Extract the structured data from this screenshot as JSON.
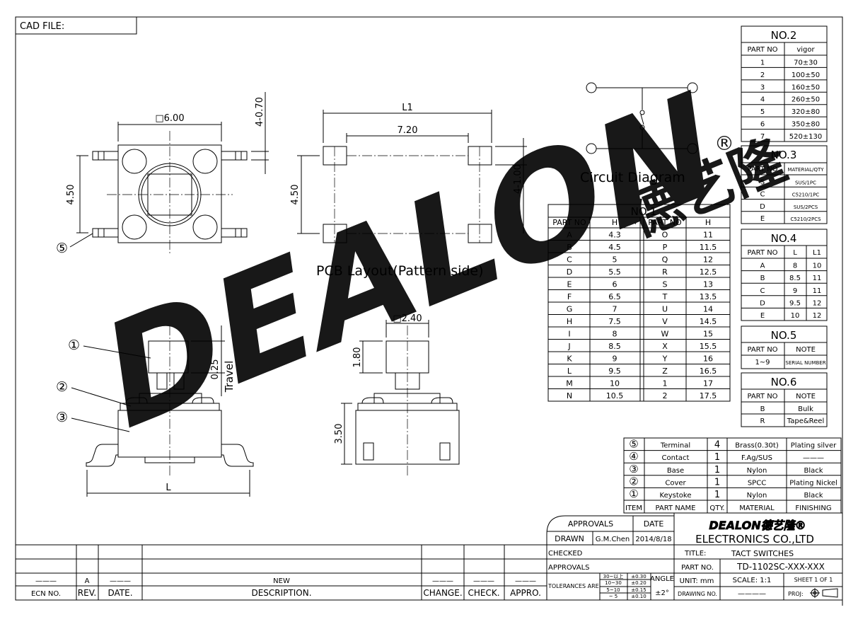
{
  "cad_file_label": "CAD FILE:",
  "colors": {
    "watermark": "#33e5f0",
    "ink": "#000000"
  },
  "drawings": {
    "top_view": {
      "width": "□6.00",
      "height": "4.50",
      "terminal": "4-0.70",
      "balloon": "⑤"
    },
    "pcb": {
      "l1": "L1",
      "pitch": "7.20",
      "height": "4.50",
      "pad": "4-1.00",
      "caption": "PCB Layout(Pattern side)"
    },
    "circuit": {
      "caption": "Circuit Diagram"
    },
    "side_view": {
      "b1": "①",
      "b2": "②",
      "b3": "③",
      "travel_value": "0.25",
      "travel": "Travel",
      "length": "L"
    },
    "front_view": {
      "stem": "□2.40",
      "stem_h": "1.80",
      "body_h": "3.50"
    }
  },
  "table_no1": {
    "title": "NO.1",
    "headers": [
      "PART NO",
      "H",
      "PART NO",
      "H"
    ],
    "rows": [
      [
        "A",
        "4.3",
        "O",
        "11"
      ],
      [
        "B",
        "4.5",
        "P",
        "11.5"
      ],
      [
        "C",
        "5",
        "Q",
        "12"
      ],
      [
        "D",
        "5.5",
        "R",
        "12.5"
      ],
      [
        "E",
        "6",
        "S",
        "13"
      ],
      [
        "F",
        "6.5",
        "T",
        "13.5"
      ],
      [
        "G",
        "7",
        "U",
        "14"
      ],
      [
        "H",
        "7.5",
        "V",
        "14.5"
      ],
      [
        "I",
        "8",
        "W",
        "15"
      ],
      [
        "J",
        "8.5",
        "X",
        "15.5"
      ],
      [
        "K",
        "9",
        "Y",
        "16"
      ],
      [
        "L",
        "9.5",
        "Z",
        "16.5"
      ],
      [
        "M",
        "10",
        "1",
        "17"
      ],
      [
        "N",
        "10.5",
        "2",
        "17.5"
      ]
    ]
  },
  "table_no2": {
    "title": "NO.2",
    "headers": [
      "PART NO",
      "vigor"
    ],
    "rows": [
      [
        "1",
        "70±30"
      ],
      [
        "2",
        "100±50"
      ],
      [
        "3",
        "160±50"
      ],
      [
        "4",
        "260±50"
      ],
      [
        "5",
        "320±80"
      ],
      [
        "6",
        "350±80"
      ],
      [
        "7",
        "520±130"
      ]
    ]
  },
  "table_no3": {
    "title": "NO.3",
    "headers": [
      "PART NO",
      "MATERIAL/QTY"
    ],
    "rows": [
      [
        "S",
        "SUS/1PC"
      ],
      [
        "C",
        "C5210/1PC"
      ],
      [
        "D",
        "SUS/2PCS"
      ],
      [
        "E",
        "C5210/2PCS"
      ]
    ]
  },
  "table_no4": {
    "title": "NO.4",
    "headers": [
      "PART NO",
      "L",
      "L1"
    ],
    "rows": [
      [
        "A",
        "8",
        "10"
      ],
      [
        "B",
        "8.5",
        "11"
      ],
      [
        "C",
        "9",
        "11"
      ],
      [
        "D",
        "9.5",
        "12"
      ],
      [
        "E",
        "10",
        "12"
      ]
    ]
  },
  "table_no5": {
    "title": "NO.5",
    "headers": [
      "PART NO",
      "NOTE"
    ],
    "rows": [
      [
        "1~9",
        "SERIAL NUMBER"
      ]
    ]
  },
  "table_no6": {
    "title": "NO.6",
    "headers": [
      "PART NO",
      "NOTE"
    ],
    "rows": [
      [
        "B",
        "Bulk"
      ],
      [
        "R",
        "Tape&Reel"
      ]
    ]
  },
  "bom": {
    "rows": [
      [
        "⑤",
        "Terminal",
        "4",
        "Brass(0.30t)",
        "Plating silver"
      ],
      [
        "④",
        "Contact",
        "1",
        "F.Ag/SUS",
        "———"
      ],
      [
        "③",
        "Base",
        "1",
        "Nylon",
        "Black"
      ],
      [
        "②",
        "Cover",
        "1",
        "SPCC",
        "Plating Nickel"
      ],
      [
        "①",
        "Keystoke",
        "1",
        "Nylon",
        "Black"
      ]
    ],
    "header": [
      "ITEM",
      "PART NAME",
      "QTY.",
      "MATERIAL",
      "FINISHING"
    ]
  },
  "title_block": {
    "approvals": "APPROVALS",
    "date": "DATE",
    "drawn": "DRAWN",
    "drawn_by": "G.M.Chen",
    "drawn_date": "2014/8/18",
    "checked": "CHECKED",
    "approvals2": "APPROVALS",
    "tolerances": "TOLERANCES ARE",
    "tol_ranges": [
      "30~以上",
      "10~30",
      "5~10",
      "~ 5"
    ],
    "tol_values": [
      "±0.30",
      "±0.20",
      "±0.15",
      "±0.10"
    ],
    "angle": "ANGLE",
    "angle_value": "±2°",
    "logo": "DEALON德艺隆®",
    "company": "ELECTRONICS CO.,LTD",
    "title_label": "TITLE:",
    "title": "TACT SWITCHES",
    "part_no_label": "PART NO.",
    "part_no": "TD-1102SC-XXX-XXX",
    "unit": "UNIT: mm",
    "scale": "SCALE:  1:1",
    "sheet": "SHEET  1 OF 1",
    "drawing_no": "DRAWING NO.",
    "drawing_no_value": "————",
    "proj": "PROJ:"
  },
  "revision": {
    "row": [
      "———",
      "A",
      "———",
      "NEW",
      "———",
      "———",
      "———"
    ],
    "headers": [
      "ECN NO.",
      "REV.",
      "DATE.",
      "DESCRIPTION.",
      "CHANGE.",
      "CHECK.",
      "APPRO."
    ]
  },
  "watermark": {
    "latin": "DEALON",
    "chinese": "德艺隆",
    "reg": "®"
  }
}
